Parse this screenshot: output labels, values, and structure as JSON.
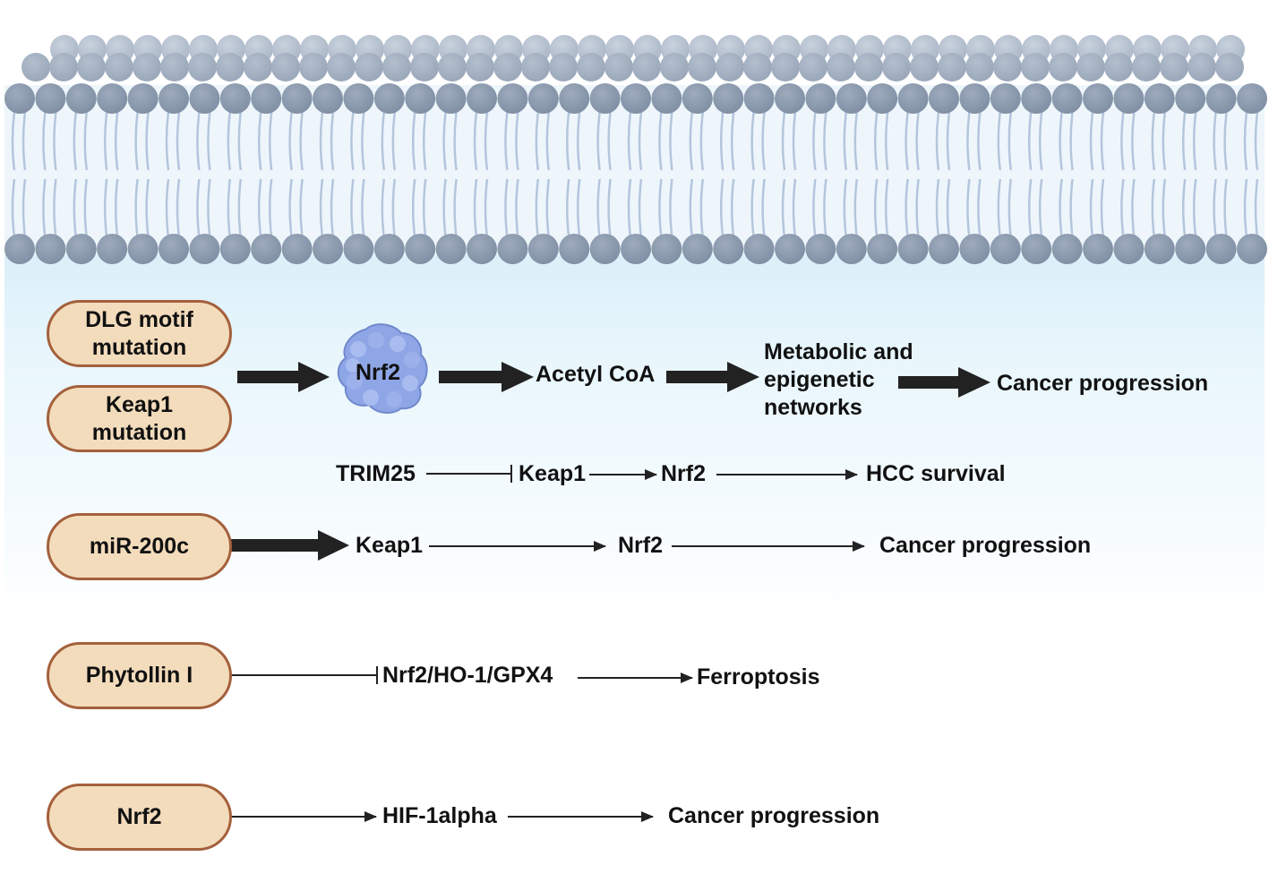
{
  "diagram": {
    "inputs": {
      "dlg_motif_mutation": [
        "DLG motif",
        "mutation"
      ],
      "keap1_mutation": [
        "Keap1",
        "mutation"
      ],
      "mir200c": "miR-200c",
      "phytollin": "Phytollin I",
      "nrf2": "Nrf2"
    },
    "row1": {
      "protein": "Nrf2",
      "acetyl_coa": "Acetyl CoA",
      "metabolic": [
        "Metabolic and",
        "epigenetic",
        "networks"
      ],
      "outcome": "Cancer progression"
    },
    "row2": {
      "trim25": "TRIM25",
      "keap1": "Keap1",
      "nrf2": "Nrf2",
      "outcome": "HCC survival"
    },
    "row3": {
      "keap1": "Keap1",
      "nrf2": "Nrf2",
      "outcome": "Cancer progression"
    },
    "row4": {
      "target": "Nrf2/HO-1/GPX4",
      "outcome": "Ferroptosis"
    },
    "row5": {
      "hif": "HIF-1alpha",
      "outcome": "Cancer progression"
    },
    "colors": {
      "pill_fill": "#f3dcbc",
      "pill_border": "#a4603c",
      "lipid_head": "#8d9cb0",
      "lipid_tail": "#b4c6dc",
      "protein": "#8fa6e6",
      "arrow": "#222222"
    }
  }
}
